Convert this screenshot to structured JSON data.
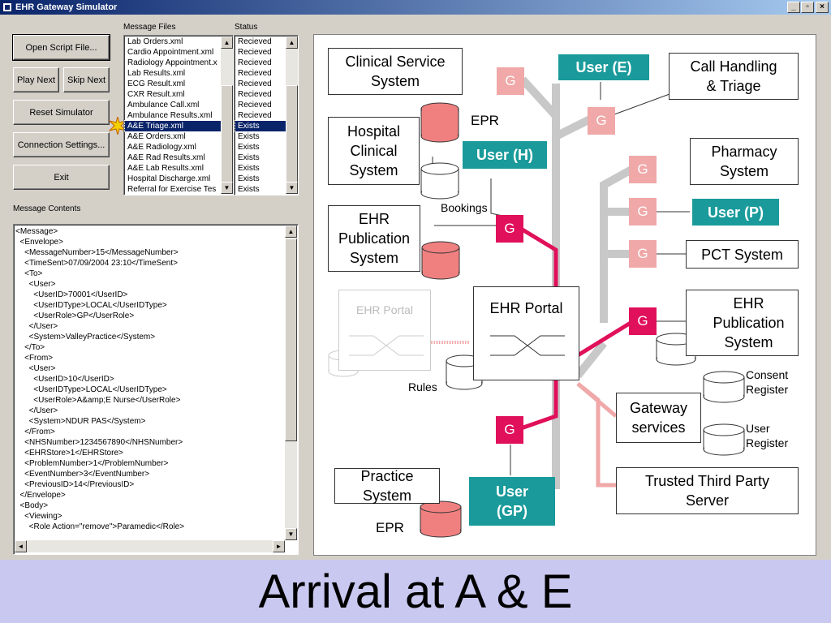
{
  "window": {
    "title": "EHR Gateway Simulator",
    "controls": [
      "_",
      "▫",
      "×"
    ]
  },
  "buttons": {
    "open_script": "Open Script File...",
    "play_next": "Play Next",
    "skip_next": "Skip Next",
    "reset": "Reset Simulator",
    "connection": "Connection Settings...",
    "exit": "Exit"
  },
  "lists": {
    "files_header": "Message Files",
    "status_header": "Status",
    "files": [
      "Lab Orders.xml",
      "Cardio Appointment.xml",
      "Radiology Appointment.x",
      "Lab Results.xml",
      "ECG Result.xml",
      "CXR Result.xml",
      "Ambulance Call.xml",
      "Ambulance Results.xml",
      "A&E Triage.xml",
      "A&E Orders.xml",
      "A&E Radiology.xml",
      "A&E Rad Results.xml",
      "A&E Lab Results.xml",
      "Hospital Discharge.xml",
      "Referral for Exercise Tes"
    ],
    "statuses": [
      "Recieved",
      "Recieved",
      "Recieved",
      "Recieved",
      "Recieved",
      "Recieved",
      "Recieved",
      "Recieved",
      "Exists",
      "Exists",
      "Exists",
      "Exists",
      "Exists",
      "Exists",
      "Exists"
    ],
    "selected_index": 8
  },
  "message": {
    "header": "Message Contents",
    "lines": [
      "<Message>",
      "  <Envelope>",
      "    <MessageNumber>15</MessageNumber>",
      "    <TimeSent>07/09/2004 23:10</TimeSent>",
      "    <To>",
      "      <User>",
      "        <UserID>70001</UserID>",
      "        <UserIDType>LOCAL</UserIDType>",
      "        <UserRole>GP</UserRole>",
      "      </User>",
      "      <System>ValleyPractice</System>",
      "    </To>",
      "    <From>",
      "      <User>",
      "        <UserID>10</UserID>",
      "        <UserIDType>LOCAL</UserIDType>",
      "        <UserRole>A&amp;E Nurse</UserRole>",
      "      </User>",
      "      <System>NDUR PAS</System>",
      "    </From>",
      "    <NHSNumber>1234567890</NHSNumber>",
      "    <EHRStore>1</EHRStore>",
      "    <ProblemNumber>1</ProblemNumber>",
      "    <EventNumber>3</EventNumber>",
      "    <PreviousID>14</PreviousID>",
      "  </Envelope>",
      "  <Body>",
      "    <Viewing>",
      "      <Role Action=\"remove\">Paramedic</Role>"
    ]
  },
  "diagram": {
    "gateway_label": "G",
    "clinical_service": "Clinical Service\nSystem",
    "hospital_clinical": "Hospital\nClinical\nSystem",
    "ehr_pub_left": "EHR\nPublication\nSystem",
    "ehr_portal": "EHR Portal",
    "ehr_portal_ghost": "EHR Portal",
    "practice": "Practice\nSystem",
    "call_handling": "Call Handling\n& Triage",
    "pharmacy": "Pharmacy\nSystem",
    "pct": "PCT System",
    "ehr_pub_right": "EHR\nPublication\nSystem",
    "gateway_services": "Gateway\nservices",
    "trusted_third_party": "Trusted Third Party\nServer",
    "user_e": "User (E)",
    "user_h": "User (H)",
    "user_p": "User (P)",
    "user_gp": "User\n(GP)",
    "epr_top": "EPR",
    "epr_bottom": "EPR",
    "bookings": "Bookings",
    "rules": "Rules",
    "consent_register": "Consent\nRegister",
    "user_register": "User\nRegister"
  },
  "colors": {
    "gateway_active": "#e0105a",
    "gateway_inactive": "#f0a8a8",
    "user": "#1a9a9a",
    "db_red": "#f08080"
  },
  "caption": "Arrival at A & E"
}
